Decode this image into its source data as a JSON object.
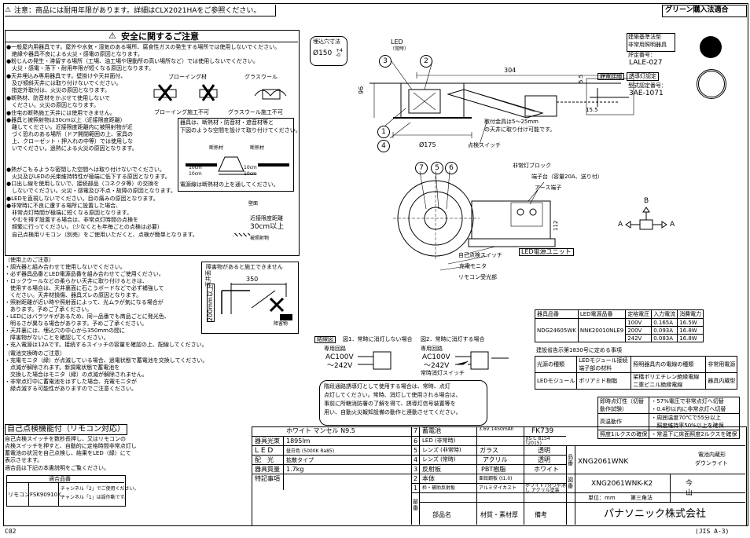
{
  "header": {
    "notice": "注意：商品には耐用年限があります。詳細はCLX2021HAをご参照ください。",
    "green_badge": "グリーン購入法適合"
  },
  "safety": {
    "title": "安全に関するご注意",
    "lines": [
      "●一般屋内用器具です。屋外や水気・湿気のある場所、腐食性ガスの発生する場所では使用しないでください。",
      "　絶縁や器具不良による火災・感電の原因となります。",
      "●粉じんの発生・滞留する場所（工場、油工場や理動所の高い場所など）では使用しないでください。",
      "　火災・感電・落下・耐用年限が短くなる原因となります。",
      "●天井埋込み専用器具です。壁掛けや天井面付、",
      "　及び傾斜天井には取り付けないでください。",
      "　指定外取付は、火災の原因となります。",
      "●断熱材、防音材をかぶせて使用しないで",
      "　ください。火災の原因となります。",
      "●住宅の断熱施工天井には使用できません。",
      "●器具と被照射物は30cm以上（近接限度距離）",
      "　離してください。近接限度距離内に被照射物が近",
      "　づく恐れのある場所（ドア開閉範囲の上、家具の",
      "　上、クローゼット・押入れの中等）では使用しな",
      "　いでください。過熱による火災の原因となります。",
      "●熱がこもるような密閉した空間へは取り付けないでください。",
      "　火災及びLEDの光束維持特性が極端に低下する原因となります。",
      "●口出し線を使用しないで、接続部品（コネクタ等）の交換を",
      "　しないでください。火災・感電及び不点・故障の原因となります。",
      "●LEDを直視しないでください。目の痛みの原因となります。",
      "●非常時に不良に遭する場所に設置した場合、",
      "　非常点灯時間が極端に短くなる原因となります。",
      "　やむを得ず設置する場合は、非常点灯時間の点検を",
      "　頻繁に行ってください。（少なくとも年毎ごとの点検は必要）",
      "　自己点検用リモコン（別売）をご使用いただくと、点検が簡単となります。"
    ],
    "blowing_label": "ブローイング材",
    "glasswool_label": "グラスウール",
    "blowing_ng": "ブローイング施工不可",
    "glasswool_ng": "グラスウール施工不可",
    "insulation_box": [
      "器具は、断熱材・防音材・遮音材等と",
      "下図のような空間を設けて取り付けてください。"
    ],
    "insul_label": "断熱材",
    "insul_label2": "断熱材",
    "gap10a": "10cm",
    "gap10b": "10cm",
    "gap10c": "10cm",
    "gap10d": "10cm",
    "insulation_note": "電源線は断熱材の上を通してください。",
    "wall_label": "壁面",
    "distance_label": "近接限度距離",
    "distance_value": "30cm以上",
    "target_label": "被照射物"
  },
  "usage": {
    "title": "（使用上のご注意）",
    "lines": [
      "・調光器と組み合わせて使用しないでください。",
      "・必ず器具品番とLED電源品番を組み合わせてご使用ください。",
      "・ロックウールなどの柔らかい天井に取り付けるときは、",
      "　使用する場合は、天井裏面に石こうボードなどで必ず補強して",
      "　ください。天井材損傷、器具ズレの原因となります。",
      "・照射距離が近い時や照射面によって、光ムラが気になる場合が",
      "　あります。予めご了承ください。",
      "・LEDにはバラツキがあるため、同一品番でも商品ごとに発光色、",
      "　明るさが異なる場合があります。予めご了承ください。",
      "・天井裏には、埋込穴の中心から350mmの間に",
      "　障害物がないことを確認してください。",
      "・充入電源は12Aです。接続するスイッチの容量を確認の上、配線してください。"
    ],
    "battery_title": "（電池交換時のご注意）",
    "battery_lines": [
      "・充電モニタ（緑）が点滅している場合、過電状態で蓄電池を交換してください。",
      "　点滅が解除されます。新調電状態で蓄電池を",
      "　交換した場合はモニタ（緑）の点滅が解除されません。",
      "・非常点灯中に蓄電池をはずした場合、充電モニタが",
      "　緑点滅する可能性がありますのでご注意ください。"
    ],
    "obstacle_title": "障害物があると施工できません",
    "obstacle_dim": "350",
    "obstacle_dim2": "200mm以上",
    "obstacle_label": "障害物",
    "ceiling_label": "天井面"
  },
  "self_check": {
    "title": "自己点検機能付（リモコン対応）",
    "lines": [
      "自己点検スイッチを数秒長押し、又はリモコンの",
      "点検スイッチを押すと、自動的に定格時間非常点灯し",
      "蓄電池の状況を自己点検し、結果をLED（緑）にて",
      "表示させます。",
      "適合品は下記の本書説明をご覧ください。"
    ],
    "table_header": "適合品番",
    "remote_label": "リモコン",
    "remote_model": "FSK90910K",
    "remote_note1": "チャンネル「2」でご使用ください。",
    "remote_note2": "チャンネル「1」は誤作動です。"
  },
  "drawing": {
    "cutout_label": "埋込穴寸法",
    "cutout_value": "Ø150",
    "cutout_tol": "+4 -0",
    "led_label": "LED",
    "led_sub": "（常時）",
    "dim_304": "304",
    "dim_96": "96",
    "dim_175": "Ø175",
    "dim_5_5": "5.5",
    "dim_15_5": "15.5",
    "install_note": "取付金具は5〜25mm",
    "install_note2": "の天井に取り付け可能です。",
    "self_switch": "点検スイッチ",
    "bracket_label": "静電詳細",
    "cb_label": "非常灯ブロック",
    "terminal_label": "端子台（容量20A、送り付）",
    "earth_label": "アース端子",
    "dim_112": "112",
    "self_check_switch": "自己点検スイッチ",
    "charge_monitor": "充電モニタ",
    "remote_receiver": "リモコン受光部",
    "led_unit": "LED電源ユニット",
    "arrow_a": "A",
    "arrow_b": "B",
    "circle_nums": [
      "3",
      "2",
      "1",
      "4",
      "7",
      "5",
      "6"
    ]
  },
  "right_badges": {
    "std_title1": "建築基準法型",
    "std_title2": "非常用照明器具",
    "std_no_label": "評定番号：",
    "std_no": "LALE-027",
    "guide_title": "誘導灯認定",
    "cert_label": "型式認定番号：",
    "cert_no": "3AE-1071"
  },
  "power_table": {
    "headers": [
      "器具品番",
      "LED電源品番",
      "定格電圧",
      "入力電流",
      "消費電力"
    ],
    "model": "NDG24605WK",
    "psu": "NNK20010NLE9",
    "rows": [
      [
        "100V",
        "0.165A",
        "16.5W"
      ],
      [
        "200V",
        "0.093A",
        "16.8W"
      ],
      [
        "242V",
        "0.083A",
        "16.8W"
      ]
    ]
  },
  "light_table": {
    "title": "建設省告示第1830号に定める事項",
    "headers": [
      "光源の種類",
      "LEDモジュール接続端子部の材料",
      "照明器具内の電線の種類",
      "非常用電源"
    ],
    "row": [
      "LEDモジュール",
      "ポリアミド樹脂",
      "架橋ポリエチレン絶縁電線 二重ビニル絶縁電線",
      "器具内蔵型"
    ]
  },
  "emergency_table": {
    "rows": [
      [
        "即時点灯性（切替動作試験）",
        "・57%電圧で非常点灯へ切替",
        "・0.4秒以内に非常点灯へ切替"
      ],
      [
        "高温動作",
        "・周囲温度70℃で55分以上",
        "　照度維持率50%以上を確保"
      ],
      [
        "照度1ルクスの確保",
        "・常温下に床面照度2ルクスを確保",
        ""
      ]
    ]
  },
  "wiring": {
    "label": "結線図",
    "fig1": "図1．常時に消灯しない場合",
    "fig2": "図2．常時に消灯する場合",
    "circuit1": "専用回路",
    "voltage1": "AC100V",
    "voltage1b": "〜242V",
    "circuit2": "専用回路",
    "voltage2": "AC100V",
    "voltage2b": "〜242V",
    "switch_label": "常時消灯スイッチ",
    "note": [
      "階段通路誘導灯として使用する場合は、常時、点灯",
      "点灯してください。常時、消灯して使用される場合は、",
      "事前に所轄消防署の了解を得て、誘導灯信号装置等を",
      "用い、自動火災報知設備の動作と連動させてください。"
    ]
  },
  "title_block": {
    "finish_title": "ホワイト マンセル N9.5",
    "specs": [
      [
        "器具光束",
        "1895lm"
      ],
      [
        "L E D",
        "昼白色 (5000K Ra85)"
      ],
      [
        "配　光",
        "拡散タイプ"
      ],
      [
        "器具質量",
        "1.7kg"
      ],
      [
        "特記事項",
        ""
      ]
    ],
    "parts": [
      [
        "7",
        "蓄電池",
        "3.6V 1450mAh",
        "FK739"
      ],
      [
        "6",
        "LED (非常時)",
        "",
        "JIS C 8154 (2015)"
      ],
      [
        "5",
        "レンズ (非常時)",
        "ガラス",
        "透明"
      ],
      [
        "4",
        "レンズ (常時)",
        "アクリル",
        "透明"
      ],
      [
        "3",
        "反射板",
        "PBT樹脂",
        "ホワイト"
      ],
      [
        "2",
        "本体",
        "亜鉛鋼板 (t1.0)",
        ""
      ],
      [
        "1",
        "枠・補助反射板",
        "アルミダイカスト",
        "ホワイト7分つや消し アクリル塗装"
      ]
    ],
    "parts_footer": [
      "部番",
      "部品名",
      "材質・素材厚",
      "備考"
    ],
    "product_no_label": "品番",
    "product_no": "XNG2061WNK",
    "product_type1": "電池内蔵形",
    "product_type2": "ダウンライト",
    "drawing_no_label": "図番",
    "drawing_no": "XNG2061WNK-K2",
    "angle_label": "今山",
    "unit_label": "単位：mm",
    "projection": "第三角法",
    "company": "パナソニック株式会社"
  },
  "footer": {
    "left": "C02",
    "right": "(JIS A-3)"
  }
}
